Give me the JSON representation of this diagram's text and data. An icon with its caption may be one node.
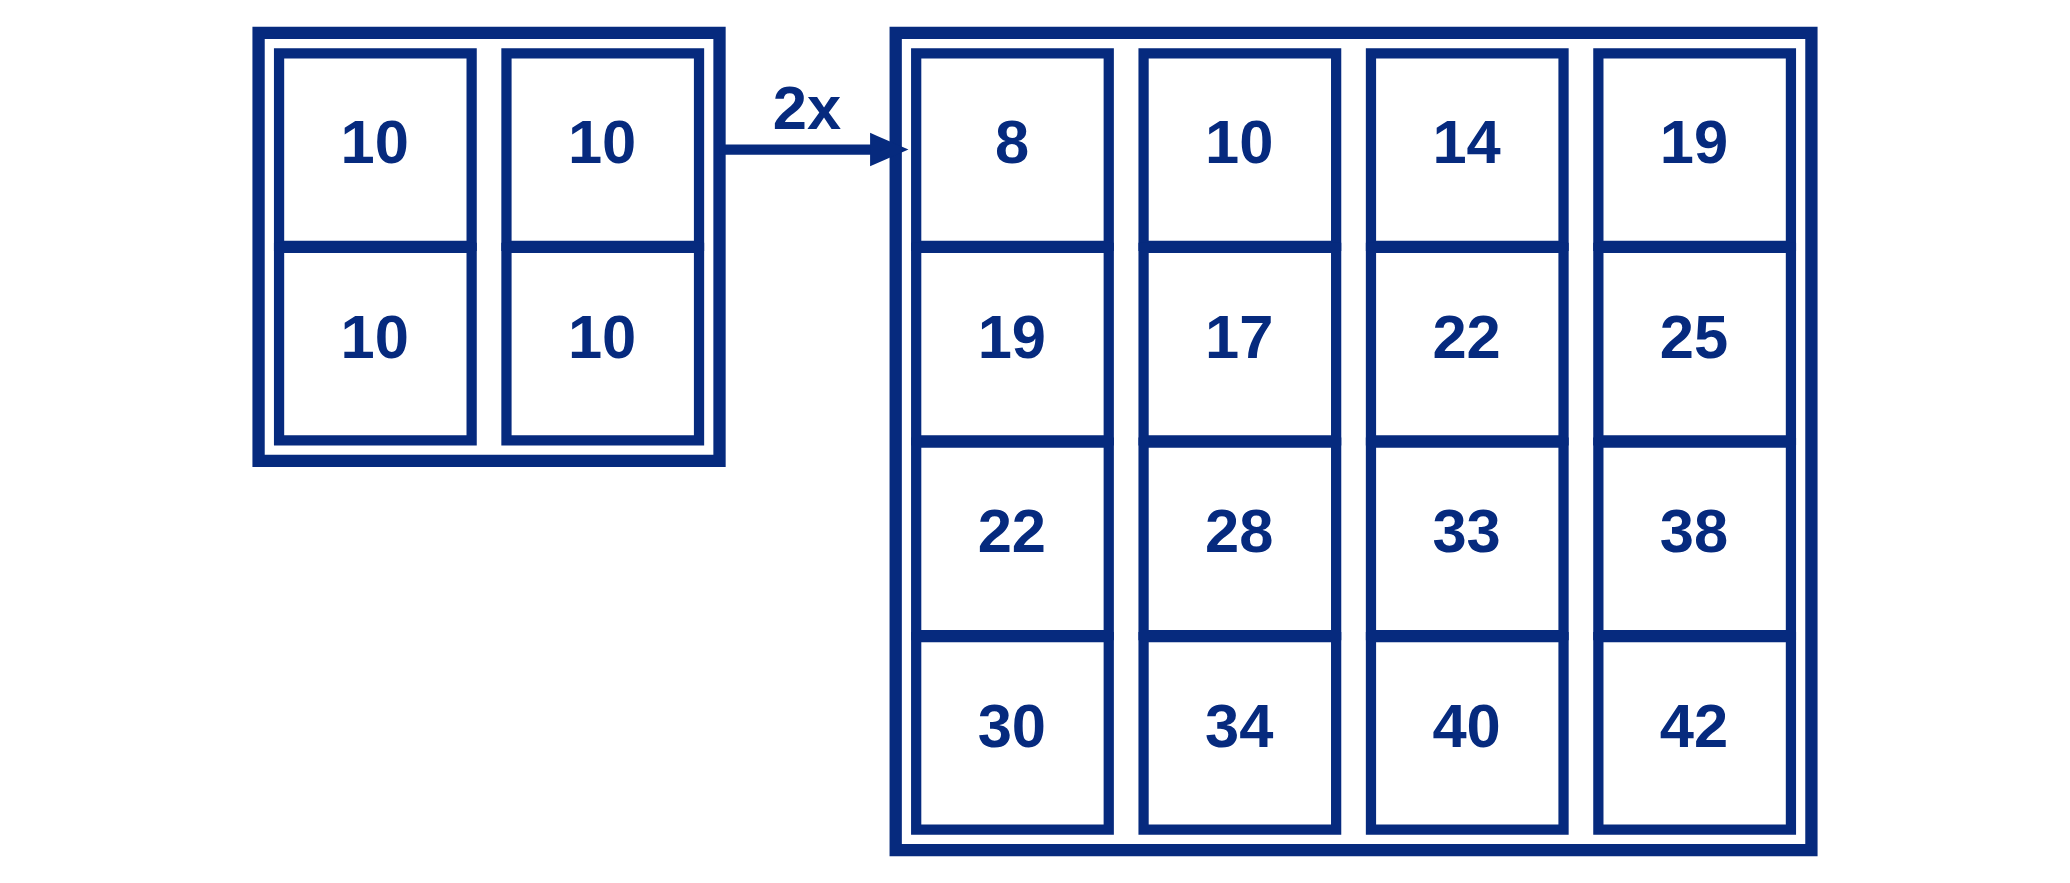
{
  "diagram": {
    "nodes": [
      {
        "text": [],
        "shape": "box"
      },
      {
        "text": [
          "10"
        ],
        "in": 0
      },
      {
        "text": [
          "10"
        ],
        "in": 0
      },
      {
        "text": [
          "10"
        ],
        "in": 0
      },
      {
        "text": [
          "10"
        ],
        "in": 0
      },
      {
        "text": [],
        "shape": "box"
      },
      {
        "text": [
          "8"
        ],
        "in": 5
      },
      {
        "text": [
          "10"
        ],
        "in": 5
      },
      {
        "text": [
          "14"
        ],
        "in": 5
      },
      {
        "text": [
          "19"
        ],
        "in": 5
      },
      {
        "text": [
          "19"
        ],
        "in": 5
      },
      {
        "text": [
          "17"
        ],
        "in": 5
      },
      {
        "text": [
          "22"
        ],
        "in": 5
      },
      {
        "text": [
          "25"
        ],
        "in": 5
      },
      {
        "text": [
          "22"
        ],
        "in": 5
      },
      {
        "text": [
          "28"
        ],
        "in": 5
      },
      {
        "text": [
          "33"
        ],
        "in": 5
      },
      {
        "text": [
          "38"
        ],
        "in": 5
      },
      {
        "text": [
          "30"
        ],
        "in": 5
      },
      {
        "text": [
          "34"
        ],
        "in": 5
      },
      {
        "text": [
          "40"
        ],
        "in": 5
      },
      {
        "text": [
          "42"
        ],
        "in": 5
      }
    ],
    "edges": [
      {
        "from": 0,
        "to": 5,
        "arrow": "to",
        "label": "2x"
      }
    ]
  }
}
